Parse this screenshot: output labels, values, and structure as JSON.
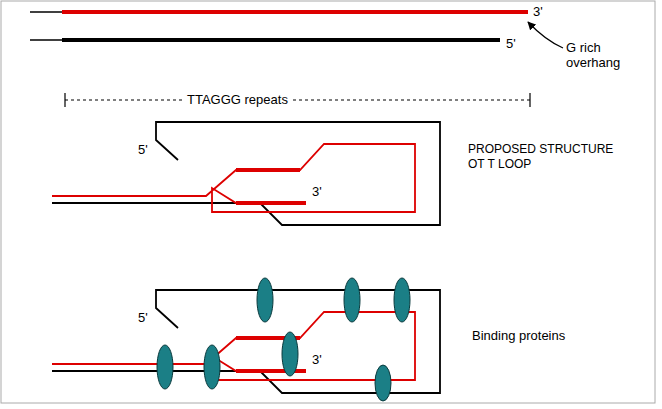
{
  "diagram": {
    "labels": [
      "3'",
      "5'",
      "G rich overhang",
      "TTAGGG repeats",
      "5'",
      "3'",
      "PROPOSED STRUCTURE OT T LOOP",
      "5'",
      "3'",
      "Binding proteins"
    ]
  }
}
